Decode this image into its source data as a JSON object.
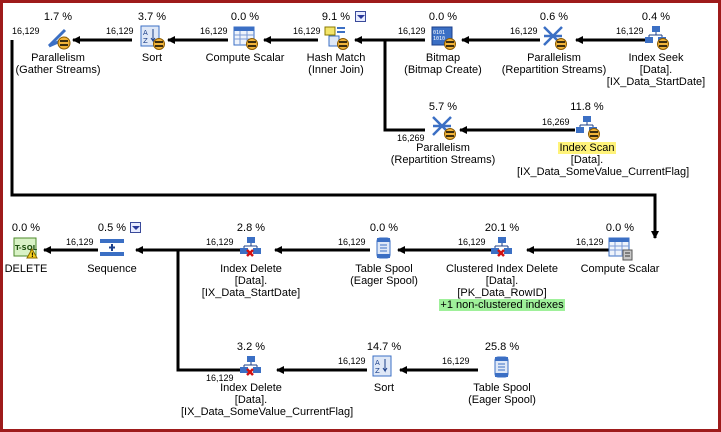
{
  "nodes": {
    "parallelism_gather": {
      "pct": "1.7 %",
      "l1": "Parallelism",
      "l2": "(Gather Streams)"
    },
    "sort_top": {
      "pct": "3.7 %",
      "l1": "Sort"
    },
    "compute_scalar_top": {
      "pct": "0.0 %",
      "l1": "Compute Scalar"
    },
    "hash_match": {
      "pct": "9.1 %",
      "l1": "Hash Match",
      "l2": "(Inner Join)"
    },
    "bitmap": {
      "pct": "0.0 %",
      "l1": "Bitmap",
      "l2": "(Bitmap Create)"
    },
    "parallelism_repart_top": {
      "pct": "0.6 %",
      "l1": "Parallelism",
      "l2": "(Repartition Streams)"
    },
    "index_seek": {
      "pct": "0.4 %",
      "l1": "Index Seek",
      "l2": "[Data].",
      "l3": "[IX_Data_StartDate]"
    },
    "parallelism_repart_mid": {
      "pct": "5.7 %",
      "l1": "Parallelism",
      "l2": "(Repartition Streams)"
    },
    "index_scan": {
      "pct": "11.8 %",
      "l1": "Index Scan",
      "l2": "[Data].",
      "l3": "[IX_Data_SomeValue_CurrentFlag]"
    },
    "delete": {
      "pct": "0.0 %",
      "l1": "DELETE",
      "icon_text": "T-SQL"
    },
    "sequence": {
      "pct": "0.5 %",
      "l1": "Sequence"
    },
    "index_delete_1": {
      "pct": "2.8 %",
      "l1": "Index Delete",
      "l2": "[Data].",
      "l3": "[IX_Data_StartDate]"
    },
    "table_spool_1": {
      "pct": "0.0 %",
      "l1": "Table Spool",
      "l2": "(Eager Spool)"
    },
    "clustered_index_delete": {
      "pct": "20.1 %",
      "l1": "Clustered Index Delete",
      "l2": "[Data].",
      "l3": "[PK_Data_RowID]",
      "l4": "+1 non-clustered indexes"
    },
    "compute_scalar_right": {
      "pct": "0.0 %",
      "l1": "Compute Scalar"
    },
    "index_delete_2": {
      "pct": "3.2 %",
      "l1": "Index Delete",
      "l2": "[Data].",
      "l3": "[IX_Data_SomeValue_CurrentFlag]"
    },
    "sort_bottom": {
      "pct": "14.7 %",
      "l1": "Sort"
    },
    "table_spool_2": {
      "pct": "25.8 %",
      "l1": "Table Spool",
      "l2": "(Eager Spool)"
    }
  },
  "rows": {
    "r1": "16,129",
    "r2": "16,129",
    "r3": "16,129",
    "r4": "16,129",
    "r5": "16,129",
    "r6": "16,129",
    "r7": "16,269",
    "r8": "16,269",
    "r9": "16,129",
    "r10": "16,129",
    "r11": "16,129",
    "r12": "16,129",
    "r13": "16,129",
    "r14": "16,129",
    "r15": "16,129",
    "r16": "16,129"
  },
  "colors": {
    "border": "#9e1b1b",
    "highlight": "#fff37a",
    "green_label": "#9ff09a",
    "icon_blue": "#3b6fc4"
  }
}
